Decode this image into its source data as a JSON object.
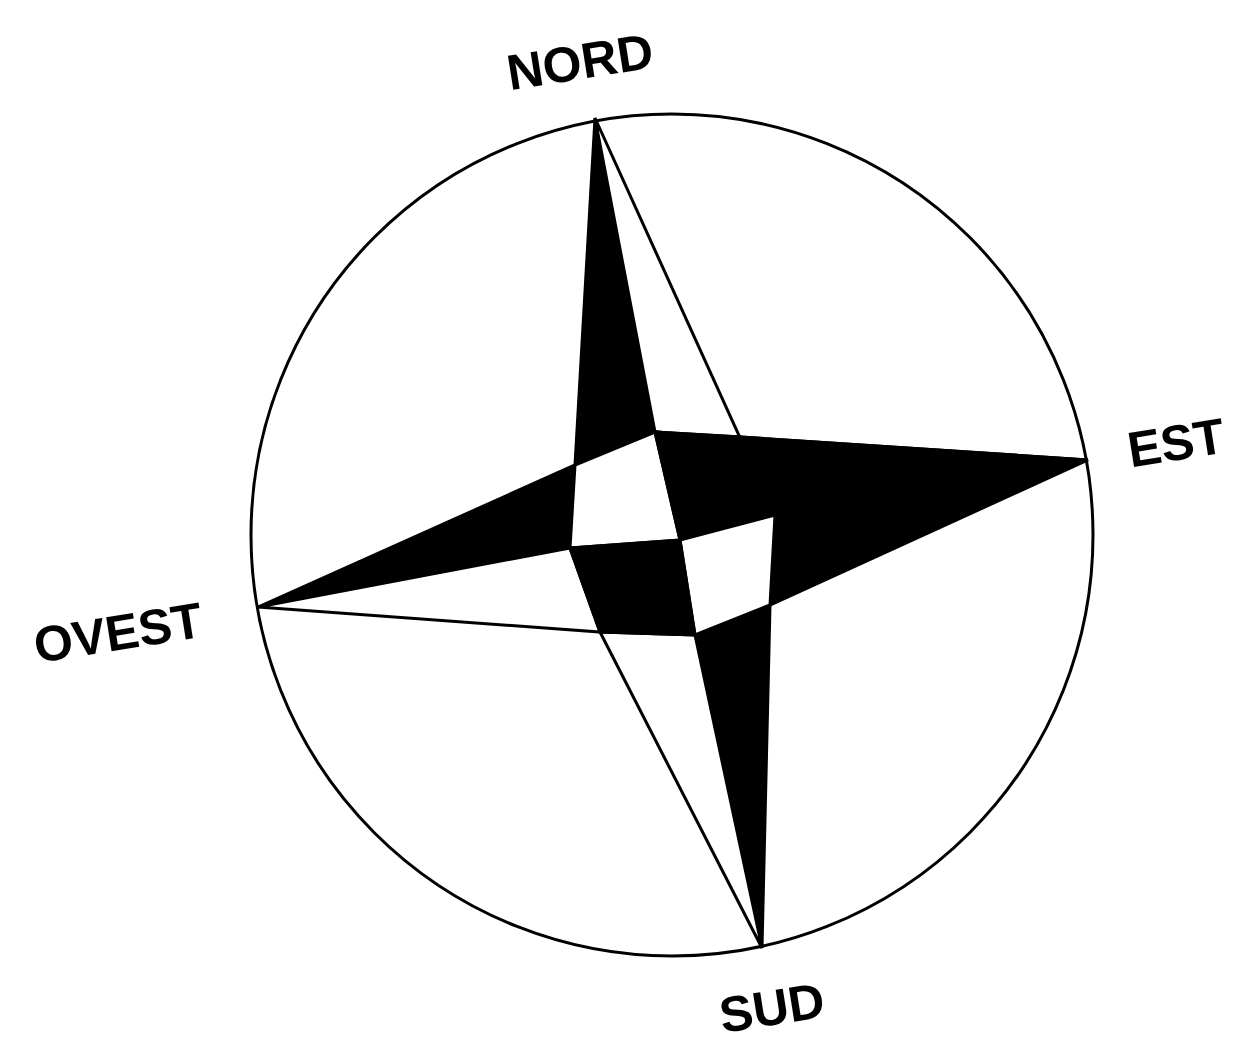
{
  "diagram": {
    "labels": [
      "NORD",
      "EST",
      "OVEST",
      "SUD"
    ]
  }
}
